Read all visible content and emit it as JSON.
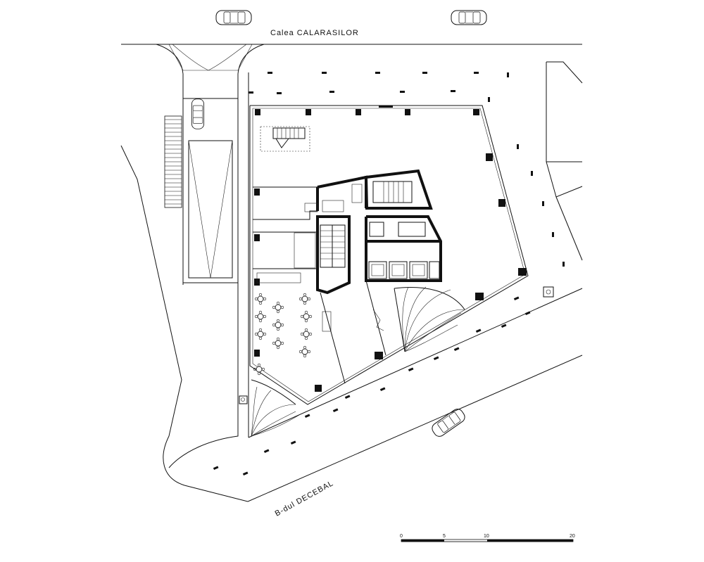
{
  "streets": {
    "north": "Calea  CALARASILOR",
    "south": "B-dul  DECEBAL"
  },
  "scale_bar": {
    "ticks": [
      "0",
      "5",
      "10",
      "20"
    ]
  },
  "icons": {
    "vehicles": "car-icon",
    "tables": "dining-table-icon",
    "stairs": "stair-icon",
    "elevators": "elevator-icon"
  },
  "colors": {
    "ink": "#111111",
    "paper": "#ffffff"
  }
}
